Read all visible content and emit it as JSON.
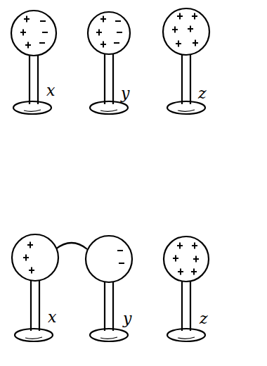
{
  "diagram": {
    "labels": [
      "x",
      "y",
      "z",
      "x",
      "y",
      "z"
    ]
  }
}
